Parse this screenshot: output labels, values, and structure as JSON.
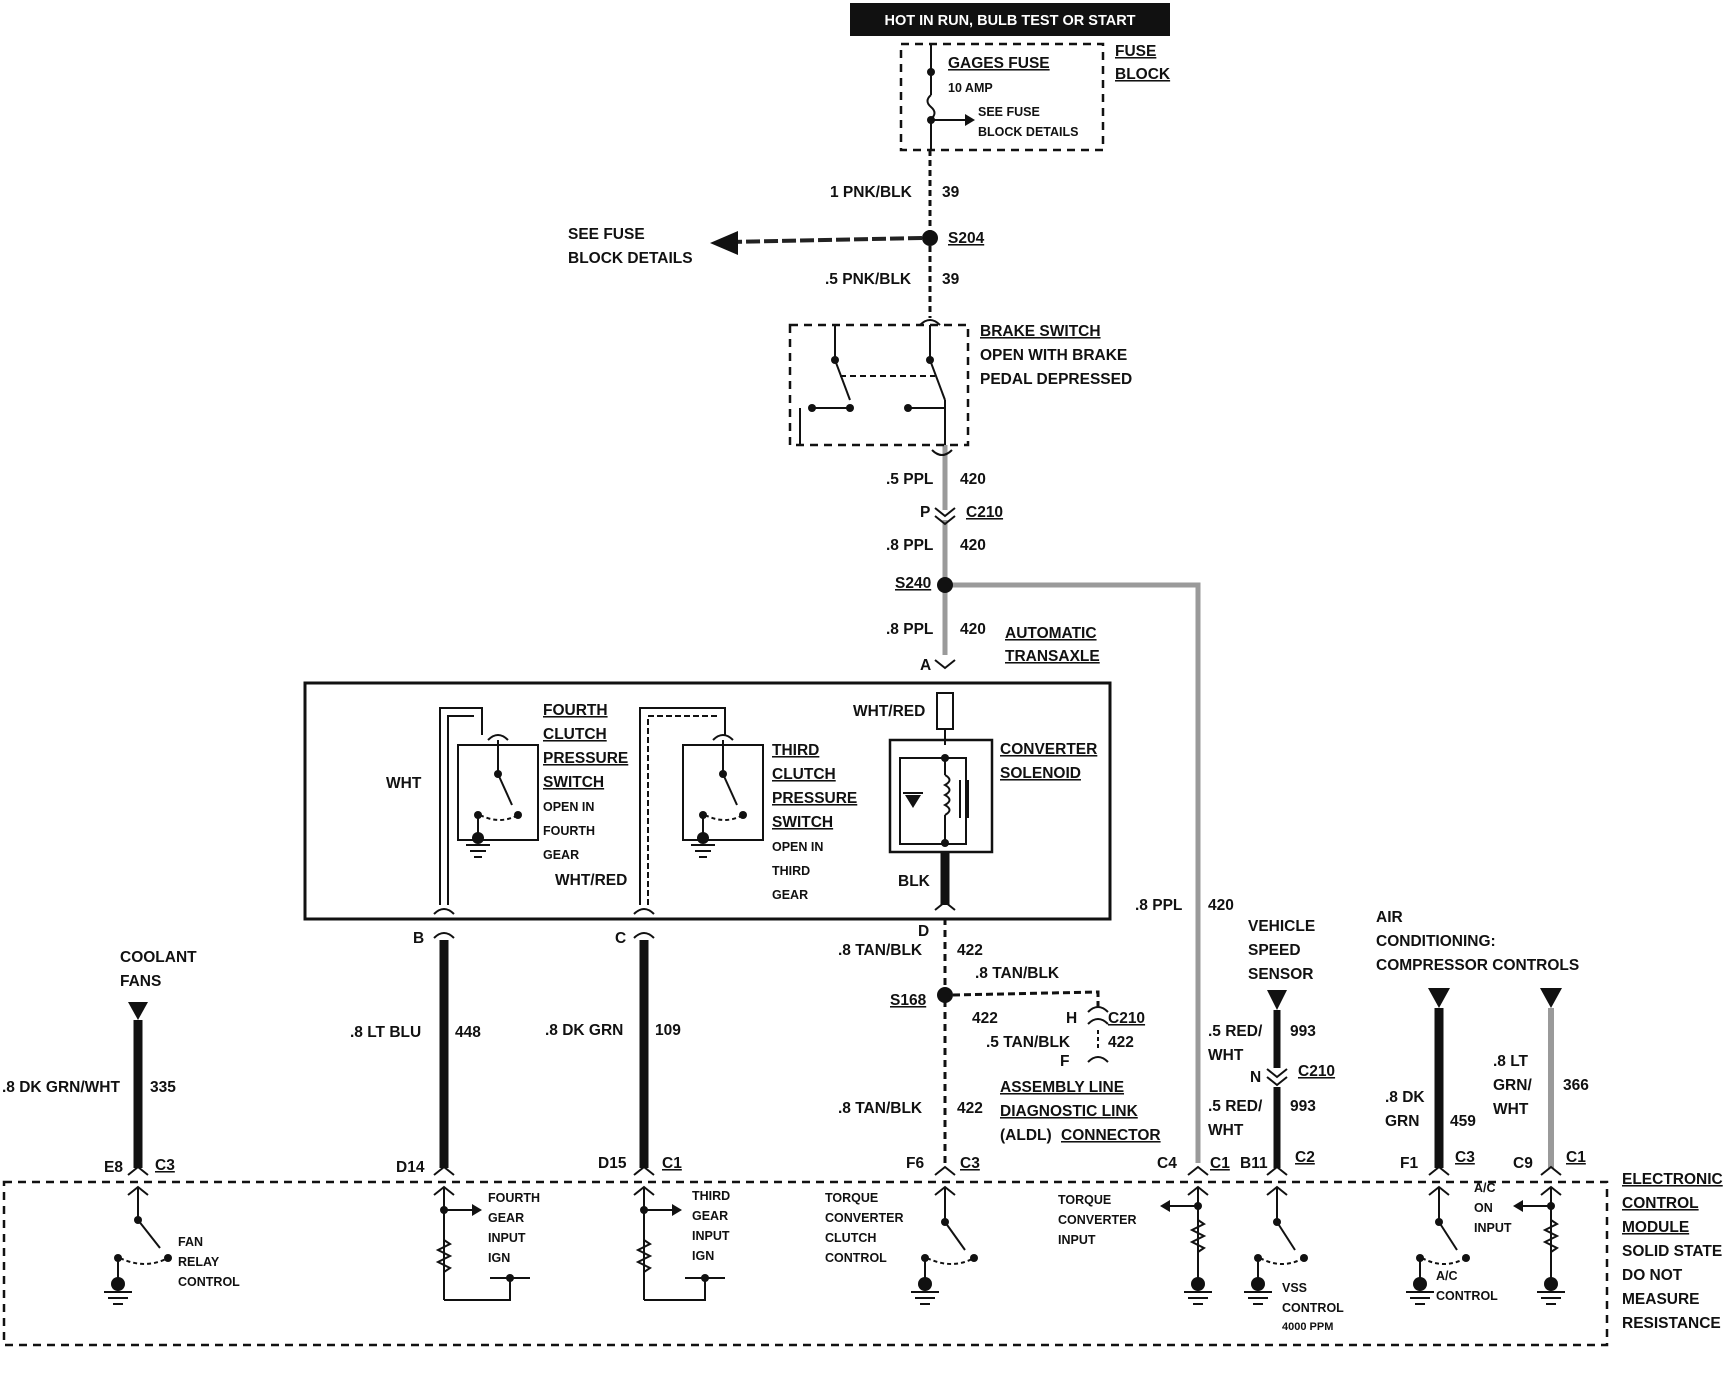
{
  "header": "HOT IN RUN, BULB TEST OR START",
  "fuse_block": {
    "title": "FUSE",
    "title2": "BLOCK",
    "fuse_name": "GAGES FUSE",
    "rating": "10 AMP",
    "note1": "SEE FUSE",
    "note2": "BLOCK DETAILS"
  },
  "splice_s204": {
    "wire_top": "1 PNK/BLK",
    "circuit_top": "39",
    "label": "S204",
    "see1": "SEE FUSE",
    "see2": "BLOCK DETAILS",
    "wire_bottom": ".5 PNK/BLK",
    "circuit_bottom": "39"
  },
  "brake_switch": {
    "title": "BRAKE SWITCH",
    "line2": "OPEN WITH BRAKE",
    "line3": "PEDAL DEPRESSED"
  },
  "c210_upper": {
    "wire_top": ".5 PPL",
    "circuit_top": "420",
    "pin": "P",
    "label": "C210",
    "wire_bottom": ".8 PPL",
    "circuit_bottom": "420"
  },
  "s240": {
    "label": "S240",
    "wire": ".8 PPL",
    "circuit": "420"
  },
  "transaxle": {
    "title1": "AUTOMATIC",
    "title2": "TRANSAXLE",
    "pin_a": "A",
    "wht_red_top": "WHT/RED",
    "converter1": "CONVERTER",
    "converter2": "SOLENOID",
    "blk": "BLK",
    "pin_d": "D",
    "fourth": [
      "FOURTH",
      "CLUTCH",
      "PRESSURE",
      "SWITCH",
      "OPEN IN",
      "FOURTH",
      "GEAR"
    ],
    "third": [
      "THIRD",
      "CLUTCH",
      "PRESSURE",
      "SWITCH",
      "OPEN IN",
      "THIRD",
      "GEAR"
    ],
    "wht": "WHT",
    "wht_red": "WHT/RED",
    "pin_b": "B",
    "pin_c": "C"
  },
  "right_wire": {
    "wire": ".8 PPL",
    "circuit": "420"
  },
  "coolant": {
    "title1": "COOLANT",
    "title2": "FANS",
    "wire": ".8 DK GRN/WHT",
    "circuit": "335",
    "pin": "E8",
    "conn": "C3"
  },
  "fourth_gear_wire": {
    "wire": ".8 LT BLU",
    "circuit": "448",
    "pin": "D14"
  },
  "third_gear_wire": {
    "wire": ".8 DK GRN",
    "circuit": "109",
    "pin": "D15",
    "conn": "C1"
  },
  "tcc": {
    "wire1": ".8 TAN/BLK",
    "circuit1": "422",
    "wire2": ".8 TAN/BLK",
    "splice": "S168",
    "circuit2": "422",
    "pin_h": "H",
    "conn": "C210",
    "wire3": ".5 TAN/BLK",
    "circuit3": "422",
    "pin_f": "F",
    "aldl1": "ASSEMBLY LINE",
    "aldl2": "DIAGNOSTIC LINK",
    "aldl3a": "(ALDL)",
    "aldl3b": "CONNECTOR",
    "wire4": ".8 TAN/BLK",
    "circuit4": "422",
    "pin": "F6",
    "ecm_conn": "C3"
  },
  "tci": {
    "pin": "C4",
    "conn": "C1"
  },
  "vss": {
    "title1": "VEHICLE",
    "title2": "SPEED",
    "title3": "SENSOR",
    "wire1a": ".5 RED/",
    "wire1b": "WHT",
    "circuit1": "993",
    "pin_n": "N",
    "conn": "C210",
    "wire2a": ".5 RED/",
    "wire2b": "WHT",
    "circuit2": "993",
    "pin": "B11",
    "ecm_conn": "C2"
  },
  "ac": {
    "title1": "AIR",
    "title2": "CONDITIONING:",
    "title3": "COMPRESSOR CONTROLS",
    "wire1a": ".8 DK",
    "wire1b": "GRN",
    "circuit1": "459",
    "pin1": "F1",
    "conn1": "C3",
    "wire2a": ".8 LT",
    "wire2b": "GRN/",
    "wire2c": "WHT",
    "circuit2": "366",
    "pin2": "C9",
    "conn2": "C1"
  },
  "ecm": {
    "title": [
      "ELECTRONIC",
      "CONTROL",
      "MODULE"
    ],
    "note": [
      "SOLID STATE",
      "DO NOT",
      "MEASURE",
      "RESISTANCE"
    ],
    "fan": [
      "FAN",
      "RELAY",
      "CONTROL"
    ],
    "fourth": [
      "FOURTH",
      "GEAR",
      "INPUT",
      "IGN"
    ],
    "third": [
      "THIRD",
      "GEAR",
      "INPUT",
      "IGN"
    ],
    "tcc": [
      "TORQUE",
      "CONVERTER",
      "CLUTCH",
      "CONTROL"
    ],
    "tci": [
      "TORQUE",
      "CONVERTER",
      "INPUT"
    ],
    "vss": [
      "VSS",
      "CONTROL"
    ],
    "vss_rate": "4000 PPM",
    "acin": [
      "A/C",
      "ON",
      "INPUT"
    ],
    "acctl": [
      "A/C",
      "CONTROL"
    ]
  }
}
